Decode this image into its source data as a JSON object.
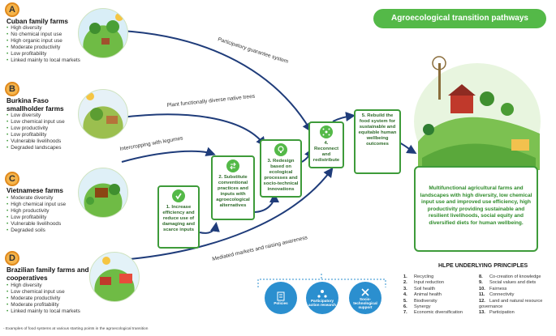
{
  "header": {
    "title": "Agroecological transition pathways"
  },
  "farms": [
    {
      "letter": "A",
      "title": "Cuban family farms",
      "items": [
        "High diversity",
        "No chemical input use",
        "High organic input use",
        "Moderate productivity",
        "Low profitability",
        "Linked mainly to local markets"
      ]
    },
    {
      "letter": "B",
      "title": "Burkina Faso smallholder farms",
      "items": [
        "Low diversity",
        "Low chemical input use",
        "Low productivity",
        "Low profitability",
        "Vulnerable livelihoods",
        "Degraded landscapes"
      ]
    },
    {
      "letter": "C",
      "title": "Vietnamese farms",
      "items": [
        "Moderate diversity",
        "High chemical input use",
        "High productivity",
        "Low profitability",
        "Vulnerable livelihoods",
        "Degraded soils"
      ]
    },
    {
      "letter": "D",
      "title": "Brazilian family farms and cooperatives",
      "items": [
        "High diversity",
        "Low chemical input use",
        "Moderate productivity",
        "Moderate profitability",
        "Linked mainly to local markets"
      ]
    }
  ],
  "paths": [
    {
      "label": "Participatory guarantee system"
    },
    {
      "label": "Plant functionally diverse native trees"
    },
    {
      "label": "Intercropping with legumes"
    },
    {
      "label": "Mediated markets and raising awareness"
    }
  ],
  "steps": [
    {
      "label": "1. Increase efficiency and reduce use of damaging and scarce inputs"
    },
    {
      "label": "2. Substitute conventional practices and inputs with agroecological alternatives"
    },
    {
      "label": "3. Redesign based on ecological processes and socio-technical innovations"
    },
    {
      "label": "4. Reconnect and redistribute"
    },
    {
      "label": "5. Rebuild the food system for sustainable and equitable human wellbeing outcomes"
    }
  ],
  "outcome": {
    "text": "Multifunctional agricultural farms and landscapes with high diversity, low chemical input use and improved use efficiency, high productivity providing sustainable and resilient livelihoods, social equity and diversified diets for human wellbeing."
  },
  "supports": [
    {
      "label": "Policies",
      "icon": "policy-document-icon"
    },
    {
      "label": "Participatory action research",
      "icon": "people-network-icon"
    },
    {
      "label": "Socio-technological support",
      "icon": "tools-icon"
    }
  ],
  "principles": {
    "title": "HLPE UNDERLYING PRINCIPLES",
    "left": [
      {
        "num": "1.",
        "text": "Recycling"
      },
      {
        "num": "2.",
        "text": "Input reduction"
      },
      {
        "num": "3.",
        "text": "Soil health"
      },
      {
        "num": "4.",
        "text": "Animal health"
      },
      {
        "num": "5.",
        "text": "Biodiversity"
      },
      {
        "num": "6.",
        "text": "Synergy"
      },
      {
        "num": "7.",
        "text": "Economic diversification"
      }
    ],
    "right": [
      {
        "num": "8.",
        "text": "Co-creation of knowledge"
      },
      {
        "num": "9.",
        "text": "Social values and diets"
      },
      {
        "num": "10.",
        "text": "Fairness"
      },
      {
        "num": "11.",
        "text": "Connectivity"
      },
      {
        "num": "12.",
        "text": "Land and natural resource governance"
      },
      {
        "num": "13.",
        "text": "Participation"
      }
    ]
  },
  "footnote": "- Examples of food systems at various starting points in the agroecological transition",
  "colors": {
    "green": "#54b948",
    "dark_green": "#3e9b3a",
    "navy": "#1f3c7a",
    "blue": "#2b8fcf",
    "orange": "#f6b44a"
  }
}
